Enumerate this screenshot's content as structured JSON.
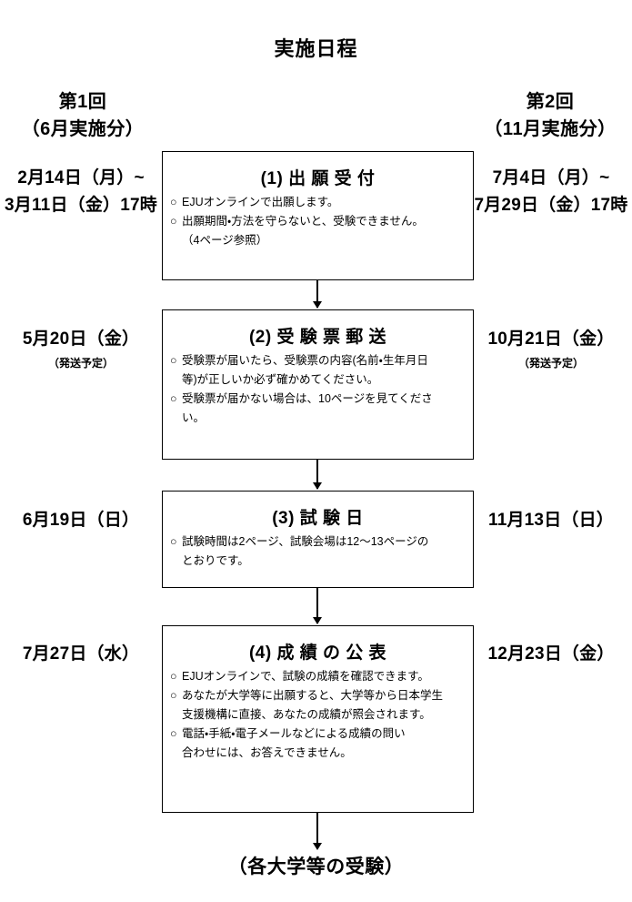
{
  "title": "実施日程",
  "columns": {
    "left": {
      "heading": "第1回",
      "subheading": "（6月実施分）"
    },
    "right": {
      "heading": "第2回",
      "subheading": "（11月実施分）"
    }
  },
  "steps": [
    {
      "title": "(1) 出 願 受 付",
      "left_dates": [
        "2月14日（月）~",
        "3月11日（金）17時"
      ],
      "left_note": "",
      "right_dates": [
        "7月4日（月）~",
        "7月29日（金）17時"
      ],
      "right_note": "",
      "lines": [
        {
          "bullet": true,
          "text": "EJUオンラインで出願します。"
        },
        {
          "bullet": true,
          "text": "出願期間・方法を守らないと、受験できません。"
        },
        {
          "bullet": false,
          "text": "（4ページ参照）"
        }
      ]
    },
    {
      "title": "(2) 受 験 票 郵 送",
      "left_dates": [
        "5月20日（金）"
      ],
      "left_note": "（発送予定）",
      "right_dates": [
        "10月21日（金）"
      ],
      "right_note": "（発送予定）",
      "lines": [
        {
          "bullet": true,
          "text": "受験票が届いたら、受験票の内容(名前・生年月日"
        },
        {
          "bullet": false,
          "text": "等)が正しいか必ず確かめてください。"
        },
        {
          "bullet": true,
          "text": "受験票が届かない場合は、10ページを見てくださ"
        },
        {
          "bullet": false,
          "text": "い。"
        }
      ]
    },
    {
      "title": "(3) 試 験 日",
      "left_dates": [
        "6月19日（日）"
      ],
      "left_note": "",
      "right_dates": [
        "11月13日（日）"
      ],
      "right_note": "",
      "lines": [
        {
          "bullet": true,
          "text": "試験時間は2ページ、試験会場は12～13ページの"
        },
        {
          "bullet": false,
          "text": "とおりです。"
        }
      ]
    },
    {
      "title": "(4) 成 績 の 公 表",
      "left_dates": [
        "7月27日（水）"
      ],
      "left_note": "",
      "right_dates": [
        "12月23日（金）"
      ],
      "right_note": "",
      "lines": [
        {
          "bullet": true,
          "text": "EJUオンラインで、試験の成績を確認できます。"
        },
        {
          "bullet": true,
          "text": "あなたが大学等に出願すると、大学等から日本学生"
        },
        {
          "bullet": false,
          "text": "支援機構に直接、あなたの成績が照会されます。"
        },
        {
          "bullet": true,
          "text": "電話・手紙・電子メールなどによる成績の問い"
        },
        {
          "bullet": false,
          "text": "合わせには、お答えできません。"
        }
      ]
    }
  ],
  "bullet_marker": "○",
  "footer": "（各大学等の受験）",
  "colors": {
    "ink": "#000000",
    "paper": "#ffffff"
  }
}
